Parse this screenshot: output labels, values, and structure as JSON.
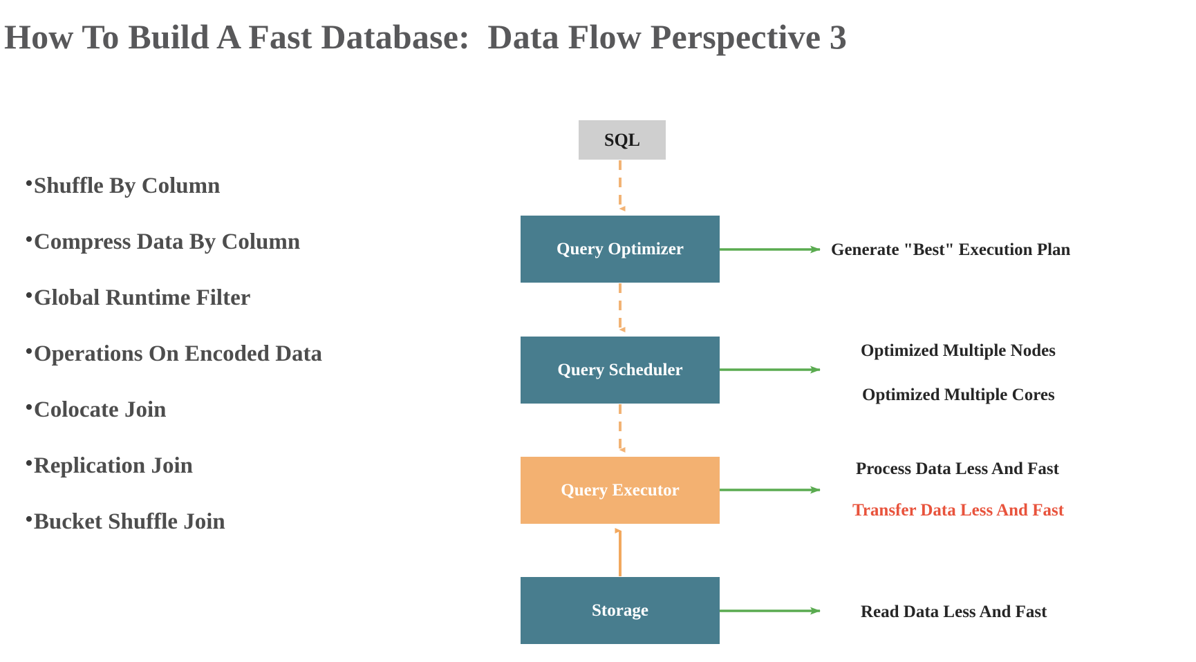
{
  "slide": {
    "title": "How To Build A Fast Database:  Data Flow Perspective 3"
  },
  "bullets": {
    "marker": "•",
    "items": [
      {
        "label": "Shuffle By Column"
      },
      {
        "label": "Compress Data By Column"
      },
      {
        "label": "Global Runtime Filter"
      },
      {
        "label": "Operations On Encoded Data"
      },
      {
        "label": "Colocate Join"
      },
      {
        "label": "Replication Join"
      },
      {
        "label": "Bucket Shuffle Join"
      }
    ]
  },
  "diagram": {
    "nodes": [
      {
        "id": "sql",
        "label": "SQL",
        "fill": "#cfcfcf",
        "text_color": "#1a1a1a"
      },
      {
        "id": "optimizer",
        "label": "Query Optimizer",
        "fill": "#487d8e",
        "text_color": "#ffffff"
      },
      {
        "id": "scheduler",
        "label": "Query Scheduler",
        "fill": "#487d8e",
        "text_color": "#ffffff"
      },
      {
        "id": "executor",
        "label": "Query Executor",
        "fill": "#f3b171",
        "text_color": "#ffffff"
      },
      {
        "id": "storage",
        "label": "Storage",
        "fill": "#487d8e",
        "text_color": "#ffffff"
      }
    ],
    "flow_arrows": [
      {
        "from": "sql",
        "to": "optimizer",
        "style": "dashed",
        "color": "#f2b375",
        "direction": "down"
      },
      {
        "from": "optimizer",
        "to": "scheduler",
        "style": "dashed",
        "color": "#f2b375",
        "direction": "down"
      },
      {
        "from": "scheduler",
        "to": "executor",
        "style": "dashed",
        "color": "#f2b375",
        "direction": "down"
      },
      {
        "from": "storage",
        "to": "executor",
        "style": "solid",
        "color": "#f2a85e",
        "direction": "up"
      }
    ],
    "annotation_arrow_color": "#5aab50",
    "annotations": [
      {
        "id": "plan",
        "source": "optimizer",
        "text": "Generate \"Best\" Execution Plan",
        "color": "#262626"
      },
      {
        "id": "nodes",
        "source": "scheduler",
        "text": "Optimized Multiple Nodes",
        "color": "#262626"
      },
      {
        "id": "cores",
        "source": "scheduler",
        "text": "Optimized Multiple Cores",
        "color": "#262626"
      },
      {
        "id": "process",
        "source": "executor",
        "text": "Process Data Less And Fast",
        "color": "#262626"
      },
      {
        "id": "transfer",
        "source": "executor",
        "text": "Transfer Data Less And Fast",
        "color": "#e8533c"
      },
      {
        "id": "read",
        "source": "storage",
        "text": "Read Data Less And Fast",
        "color": "#262626"
      }
    ]
  },
  "colors": {
    "background": "#ffffff",
    "title": "#58585a",
    "bullet_text": "#4d4d4d",
    "teal": "#487d8e",
    "orange": "#f3b171",
    "gray": "#cfcfcf",
    "green_arrow": "#5aab50",
    "red_accent": "#e8533c"
  }
}
